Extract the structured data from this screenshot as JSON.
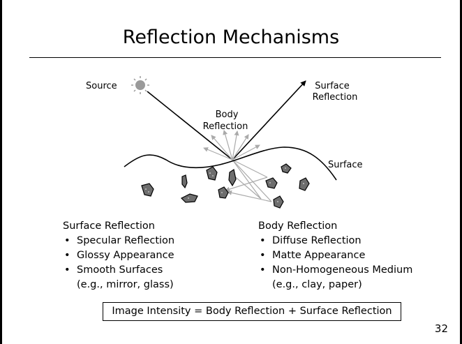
{
  "title": "Reflection Mechanisms",
  "diagram": {
    "source_label": "Source",
    "surface_reflection_label": [
      "Surface",
      "Reflection"
    ],
    "body_reflection_label": [
      "Body",
      "Reflection"
    ],
    "surface_label": "Surface"
  },
  "left_column": {
    "heading": "Surface Reflection",
    "items": [
      "Specular Reflection",
      "Glossy Appearance",
      "Smooth Surfaces"
    ],
    "note": "(e.g., mirror, glass)"
  },
  "right_column": {
    "heading": "Body Reflection",
    "items": [
      "Diffuse Reflection",
      "Matte Appearance",
      "Non-Homogeneous Medium"
    ],
    "note": "(e.g., clay, paper)"
  },
  "formula": "Image Intensity = Body Reflection + Surface Reflection",
  "page_number": "32",
  "bullet": "•"
}
